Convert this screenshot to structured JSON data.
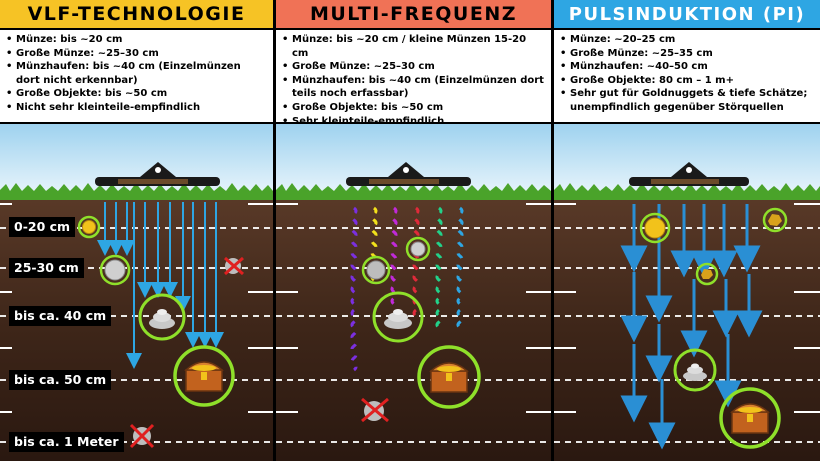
{
  "panels": [
    {
      "title": "VLF-TECHNOLOGIE",
      "items": [
        "Münze: bis ~20 cm",
        "Große Münze: ~25–30 cm",
        "Münzhaufen: bis ~40 cm (Einzelmünzen dort nicht erkennbar)",
        "Große Objekte: bis ~50 cm",
        "Nicht sehr kleinteile-empfindlich"
      ],
      "depth_labels": [
        "0-20 cm",
        "25-30 cm",
        "bis ca. 40 cm",
        "bis ca. 50 cm",
        "bis ca. 1 Meter"
      ]
    },
    {
      "title": "MULTI-FREQUENZ",
      "items": [
        "Münze: bis ~20 cm / kleine Münzen 15-20 cm",
        "Große Münze: ~25–30 cm",
        "Münzhaufen: bis ~40 cm (Einzelmünzen dort teils noch erfassbar)",
        "Große Objekte: bis ~50 cm",
        "Sehr kleinteile-empfindlich"
      ]
    },
    {
      "title": "PULSINDUKTION (PI)",
      "items": [
        "Münze: ~20–25 cm",
        "Große Münze: ~25–35 cm",
        "Münzhaufen: ~40–50 cm",
        "Große Objekte: 80 cm – 1 m+",
        "Sehr gut für Goldnuggets & tiefe Schätze; unempfindlich gegenüber Störquellen"
      ]
    }
  ],
  "icons": {
    "detector": "metal-detector-coil-icon",
    "coin": "gold-coin-icon",
    "silver_coin": "silver-coin-icon",
    "coin_pile": "coin-pile-icon",
    "treasure": "treasure-chest-icon",
    "not_detected": "not-detected-icon",
    "nugget": "gold-nugget-icon"
  },
  "colors": {
    "vlf": "#f6c325",
    "multi": "#f07256",
    "pi": "#2ea6e3",
    "soil": "#3b2418",
    "ring": "#8fe02a",
    "signal": "#2ea6e3"
  }
}
